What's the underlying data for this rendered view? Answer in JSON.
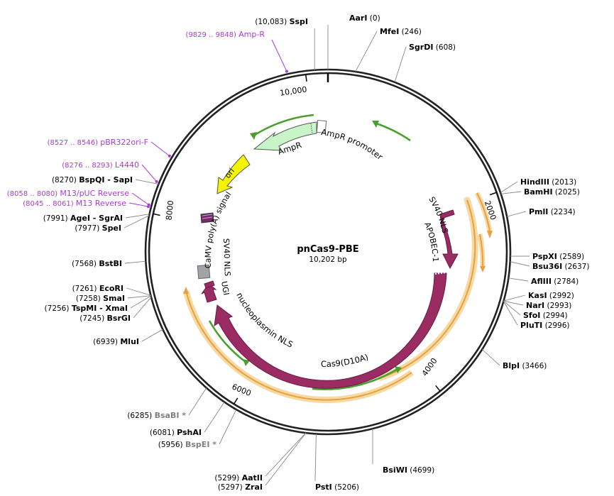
{
  "plasmid": {
    "name": "pnCas9-PBE",
    "size_label": "10,202 bp",
    "length": 10202
  },
  "colors": {
    "cas9": "#9b2c63",
    "ampr": "#c8f5c8",
    "ori": "#f5f500",
    "orf": "#e8a040",
    "orf_glow": "#f6d9a3",
    "green_arrow": "#4aa02c",
    "primer": "#a93ad6",
    "gray_block": "#a0a4a8"
  },
  "ticks": [
    {
      "pos": 2000,
      "label": "2000"
    },
    {
      "pos": 4000,
      "label": "4000"
    },
    {
      "pos": 6000,
      "label": "6000"
    },
    {
      "pos": 8000,
      "label": "8000"
    },
    {
      "pos": 10000,
      "label": "10,000"
    }
  ],
  "sites": [
    {
      "name": "AarI",
      "pos_label": "(0)",
      "pos": 0,
      "order": "name-first",
      "gray": false
    },
    {
      "name": "MfeI",
      "pos_label": "(246)",
      "pos": 246,
      "order": "name-first",
      "gray": false
    },
    {
      "name": "SgrDI",
      "pos_label": "(608)",
      "pos": 608,
      "order": "name-first",
      "gray": false
    },
    {
      "name": "HindIII",
      "pos_label": "(2013)",
      "pos": 2013,
      "order": "name-first",
      "gray": false
    },
    {
      "name": "BamHI",
      "pos_label": "(2025)",
      "pos": 2025,
      "order": "name-first",
      "gray": false
    },
    {
      "name": "PmlI",
      "pos_label": "(2234)",
      "pos": 2234,
      "order": "name-first",
      "gray": false
    },
    {
      "name": "PspXI",
      "pos_label": "(2589)",
      "pos": 2589,
      "order": "name-first",
      "gray": false
    },
    {
      "name": "Bsu36I",
      "pos_label": "(2637)",
      "pos": 2637,
      "order": "name-first",
      "gray": false
    },
    {
      "name": "AflIII",
      "pos_label": "(2784)",
      "pos": 2784,
      "order": "name-first",
      "gray": false
    },
    {
      "name": "KasI",
      "pos_label": "(2992)",
      "pos": 2992,
      "order": "name-first",
      "gray": false
    },
    {
      "name": "NarI",
      "pos_label": "(2993)",
      "pos": 2993,
      "order": "name-first",
      "gray": false
    },
    {
      "name": "SfoI",
      "pos_label": "(2994)",
      "pos": 2994,
      "order": "name-first",
      "gray": false
    },
    {
      "name": "PluTI",
      "pos_label": "(2996)",
      "pos": 2996,
      "order": "name-first",
      "gray": false
    },
    {
      "name": "BlpI",
      "pos_label": "(3466)",
      "pos": 3466,
      "order": "name-first",
      "gray": false
    },
    {
      "name": "BsiWI",
      "pos_label": "(4699)",
      "pos": 4699,
      "order": "name-first",
      "gray": false
    },
    {
      "name": "PstI",
      "pos_label": "(5206)",
      "pos": 5206,
      "order": "name-first",
      "gray": false
    },
    {
      "name": "AatII",
      "pos_label": "(5299)",
      "pos": 5299,
      "order": "pos-first",
      "gray": false
    },
    {
      "name": "ZraI",
      "pos_label": "(5297)",
      "pos": 5297,
      "order": "pos-first",
      "gray": false
    },
    {
      "name": "BspEI",
      "pos_label": "(5956)",
      "pos": 5956,
      "order": "pos-first",
      "gray": true,
      "suffix": "*"
    },
    {
      "name": "PshAI",
      "pos_label": "(6081)",
      "pos": 6081,
      "order": "pos-first",
      "gray": false
    },
    {
      "name": "BsaBI",
      "pos_label": "(6285)",
      "pos": 6285,
      "order": "pos-first",
      "gray": true,
      "suffix": "*"
    },
    {
      "name": "MluI",
      "pos_label": "(6939)",
      "pos": 6939,
      "order": "pos-first",
      "gray": false
    },
    {
      "name": "BsrGI",
      "pos_label": "(7245)",
      "pos": 7245,
      "order": "pos-first",
      "gray": false
    },
    {
      "name": "TspMI - XmaI",
      "pos_label": "(7256)",
      "pos": 7256,
      "order": "pos-first",
      "gray": false
    },
    {
      "name": "SmaI",
      "pos_label": "(7258)",
      "pos": 7258,
      "order": "pos-first",
      "gray": false
    },
    {
      "name": "EcoRI",
      "pos_label": "(7261)",
      "pos": 7261,
      "order": "pos-first",
      "gray": false
    },
    {
      "name": "BstBI",
      "pos_label": "(7568)",
      "pos": 7568,
      "order": "pos-first",
      "gray": false
    },
    {
      "name": "SpeI",
      "pos_label": "(7977)",
      "pos": 7977,
      "order": "pos-first",
      "gray": false
    },
    {
      "name": "AgeI - SgrAI",
      "pos_label": "(7991)",
      "pos": 7991,
      "order": "pos-first",
      "gray": false
    },
    {
      "name": "BspQI - SapI",
      "pos_label": "(8270)",
      "pos": 8270,
      "order": "pos-first",
      "gray": false
    },
    {
      "name": "SspI",
      "pos_label": "(10,083)",
      "pos": 10083,
      "order": "pos-first",
      "gray": false
    }
  ],
  "primers": [
    {
      "name": "Amp-R",
      "range_label": "(9829 .. 9848)",
      "pos": 9838
    },
    {
      "name": "pBR322ori-F",
      "range_label": "(8527 .. 8546)",
      "pos": 8536
    },
    {
      "name": "L4440",
      "range_label": "(8276 .. 8293)",
      "pos": 8284
    },
    {
      "name": "M13/pUC Reverse",
      "range_label": "(8058 .. 8080)",
      "pos": 8069
    },
    {
      "name": "M13 Reverse",
      "range_label": "(8045 .. 8061)",
      "pos": 8053
    }
  ],
  "features": {
    "ampr": "AmpR",
    "ampr_promoter": "AmpR promoter",
    "ori": "ori",
    "cas9": "Cas9(D10A)",
    "sv40_nls_right": "SV40 NLS",
    "apobec": "APOBEC-1",
    "cmv_polya": "CaMV poly(A) signal",
    "sv40_nls_left": "SV40 NLS",
    "ugi": "UGI",
    "nucleoplasmin": "nucleoplasmin NLS"
  }
}
